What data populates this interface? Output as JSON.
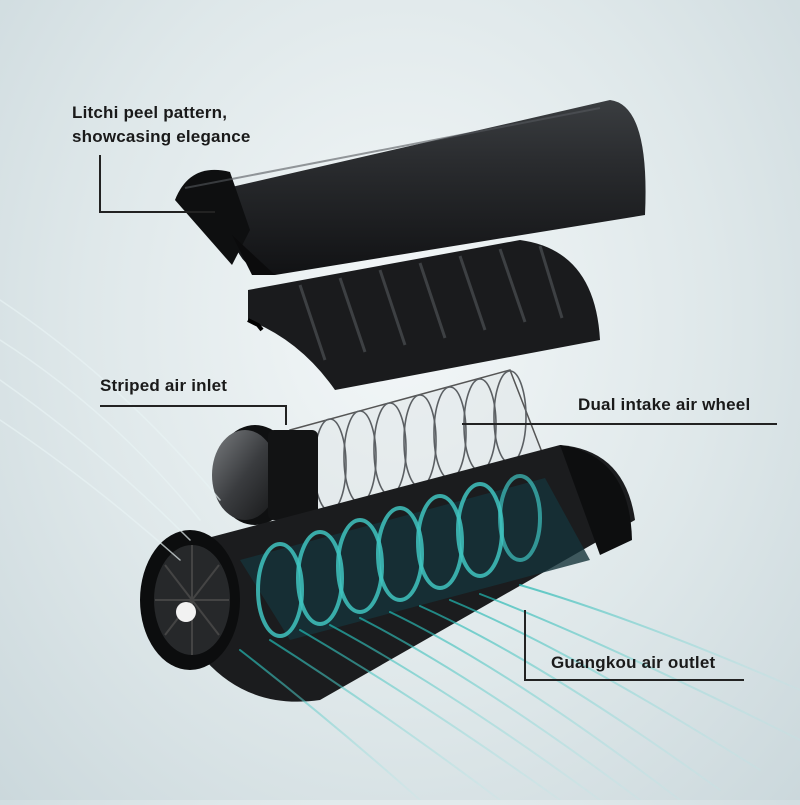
{
  "callouts": {
    "litchi_line1": "Litchi peel pattern,",
    "litchi_line2": "showcasing elegance",
    "striped": "Striped air inlet",
    "dual": "Dual intake air wheel",
    "guangkou": "Guangkou air outlet"
  },
  "colors": {
    "background": "#e3ebed",
    "shell": "#1d1f21",
    "airflow": "#3fc3c0"
  }
}
